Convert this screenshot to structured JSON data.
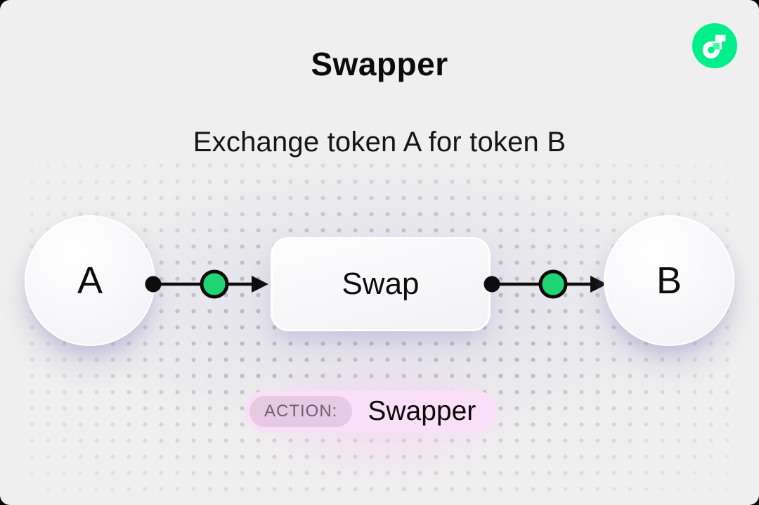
{
  "header": {
    "title": "Swapper",
    "subtitle": "Exchange token A for token B"
  },
  "logo": {
    "name": "Flow",
    "color": "#00ef8b"
  },
  "diagram": {
    "nodes": [
      {
        "id": "token-a",
        "label": "A",
        "type": "circle"
      },
      {
        "id": "swap",
        "label": "Swap",
        "type": "rounded-box"
      },
      {
        "id": "token-b",
        "label": "B",
        "type": "circle"
      }
    ],
    "edges": [
      {
        "from": "token-a",
        "to": "swap",
        "style": "black-dot, green-signal-circle, arrowhead"
      },
      {
        "from": "swap",
        "to": "token-b",
        "style": "black-dot, green-signal-circle, arrowhead"
      }
    ],
    "connector_colors": {
      "line": "#0d0d0d",
      "signal_green": "#1fd573"
    }
  },
  "badge": {
    "label": "ACTION:",
    "value": "Swapper",
    "bg": "#fadff8",
    "label_bg": "#e7c9e3"
  },
  "colors": {
    "background": "#efefef",
    "accent_green": "#00ef8b",
    "text": "#0d0d0d",
    "dot_grid": "#8e8e9e",
    "pink_glow": "#f9cdf3"
  }
}
